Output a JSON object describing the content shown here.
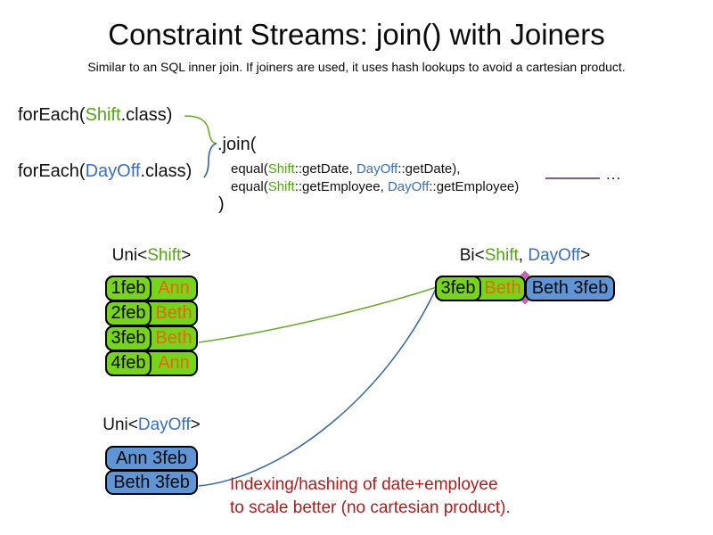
{
  "slide": {
    "title": "Constraint Streams: join() with Joiners",
    "subtitle": "Similar to an SQL inner join. If joiners are used, it uses hash lookups to avoid a cartesian product."
  },
  "code": {
    "foreach_shift": {
      "pre": "forEach(",
      "type": "Shift",
      "post": ".class)"
    },
    "foreach_dayoff": {
      "pre": "forEach(",
      "type": "DayOff",
      "post": ".class)"
    },
    "join_open": ".join(",
    "joiner1": {
      "pre": "equal(",
      "left_type": "Shift",
      "left_member": "::getDate, ",
      "right_type": "DayOff",
      "right_member": "::getDate),"
    },
    "joiner2": {
      "pre": "equal(",
      "left_type": "Shift",
      "left_member": "::getEmployee, ",
      "right_type": "DayOff",
      "right_member": "::getEmployee)"
    },
    "join_close": ")",
    "ellipsis": "..."
  },
  "uni_shift": {
    "label": {
      "pre": "Uni<",
      "type": "Shift",
      "post": ">"
    },
    "rows": [
      {
        "date": "1feb",
        "employee": "Ann"
      },
      {
        "date": "2feb",
        "employee": "Beth"
      },
      {
        "date": "3feb",
        "employee": "Beth"
      },
      {
        "date": "4feb",
        "employee": "Ann"
      }
    ]
  },
  "bi_stream": {
    "label": {
      "pre": "Bi<",
      "type1": "Shift",
      "sep": ", ",
      "type2": "DayOff",
      "post": ">"
    },
    "row": {
      "shift_date": "3feb",
      "shift_employee": "Beth",
      "dayoff": "Beth 3feb"
    }
  },
  "uni_dayoff": {
    "label": {
      "pre": "Uni<",
      "type": "DayOff",
      "post": ">"
    },
    "rows": [
      {
        "text": "Ann 3feb"
      },
      {
        "text": "Beth 3feb"
      }
    ]
  },
  "note": {
    "line1": "Indexing/hashing of date+employee",
    "line2": "to scale better (no cartesian product)."
  },
  "colors": {
    "shift_type_green": "#55a317",
    "dayoff_type_blue": "#3a6fbe",
    "box_green": "#77d41c",
    "box_blue": "#6095d5",
    "employee_orange": "#e26a0e",
    "note_red": "#b01b1b",
    "joiner_purple": "#7e5a9b",
    "connector_green": "#6aaa2a",
    "connector_blue": "#3465a4",
    "seam_magenta": "#c06ab4"
  }
}
